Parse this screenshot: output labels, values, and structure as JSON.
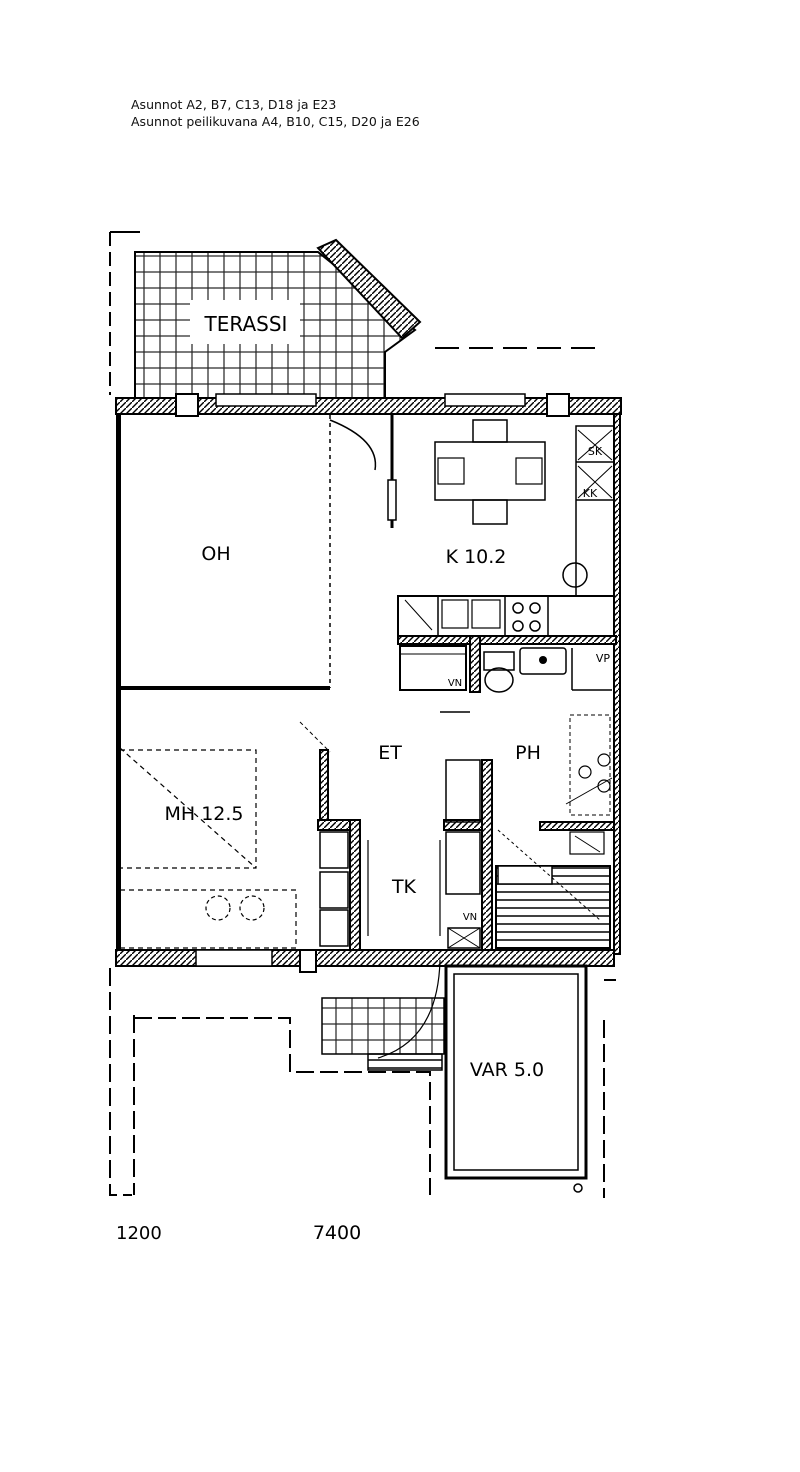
{
  "header": {
    "line1": "Asunnot A2, B7, C13, D18 ja E23",
    "line2": "Asunnot peilikuvana A4, B10, C15, D20 ja E26"
  },
  "rooms": {
    "terassi": "TERASSI",
    "oh": "OH",
    "k": "K 10.2",
    "mh": "MH  12.5",
    "et": "ET",
    "ph": "PH",
    "tk": "TK",
    "var": "VAR 5.0"
  },
  "fixtures": {
    "sk": "SK",
    "kk": "KK",
    "vp": "VP",
    "vn1": "VN",
    "vn2": "VN"
  },
  "dimensions": {
    "left": "1200",
    "width": "7400"
  }
}
